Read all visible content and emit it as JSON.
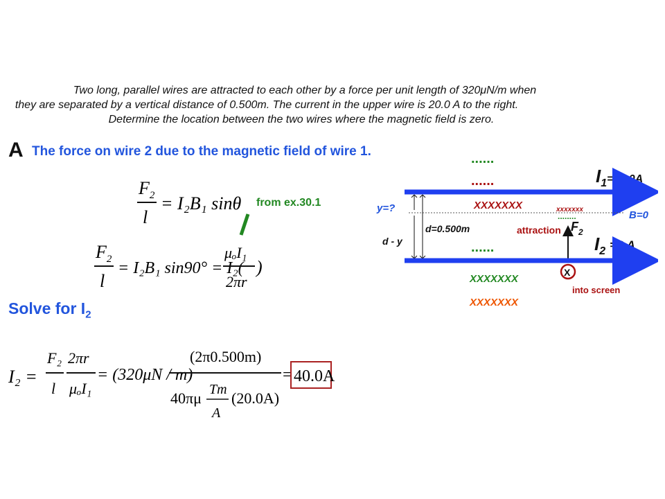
{
  "problem": {
    "line1": "Two long, parallel wires are attracted to each other by a force per unit length of 320μN/m when",
    "line2": "they are separated by a vertical distance of 0.500m. The current in the upper wire is 20.0 A to the right.",
    "line3": "Determine the location between the two wires where the magnetic field is zero."
  },
  "part_a": {
    "letter": "A",
    "text": "The force on wire 2 due to the magnetic field of wire 1."
  },
  "note": "from ex.30.1",
  "solve": {
    "text": "Solve for I",
    "sub": "2"
  },
  "equations": {
    "eq1_num": "F",
    "eq1_num_sub": "2",
    "eq1_den": "l",
    "eq1_rhs": "= I₂B₁ sinθ",
    "eq2_rhs": "= I₂B₁ sin90° = I₂(",
    "eq2_frac_num": "μₒI₁",
    "eq2_frac_den": "2πr",
    "eq2_close": ")",
    "eq3_lhs": "I₂ =",
    "eq3_f1_num": "F₂",
    "eq3_f1_den": "l",
    "eq3_f2_num": "2πr",
    "eq3_f2_den": "μₒI₁",
    "eq3_mid": "= (320μN / m)",
    "eq3_f3_num": "(2π0.500m)",
    "eq3_f3_den_a": "40πμ",
    "eq3_f3_den_tm": "Tm",
    "eq3_f3_den_unit": "A",
    "eq3_f3_den_b": "(20.0A)",
    "eq3_eq": "=",
    "answer": "40.0A"
  },
  "diagram": {
    "dots_green_top": "......",
    "dots_red_top": "......",
    "i1_label": "I",
    "i1_sub": "1",
    "i1_value": "=20.0A",
    "xs_red": "XXXXXXX",
    "xs_small": "xxxxxxx",
    "small_dots": "........",
    "y_label": "y=?",
    "b_label": "B=0",
    "d_label": "d=0.500m",
    "attraction": "attraction",
    "f2_label": "F",
    "f2_sub": "2",
    "dmy_label": "d - y",
    "i2_label": "I",
    "i2_sub": "2",
    "i2_value": "=? A",
    "dots_green_mid": "......",
    "x_symbol": "X",
    "xs_green": "XXXXXXX",
    "into_screen": "into screen",
    "xs_orange": "XXXXXXX"
  },
  "colors": {
    "wire": "#1f3ff0",
    "title_blue": "#2255dd",
    "green": "#228822",
    "red": "#aa1111",
    "orange": "#ee5500",
    "box_red": "#aa2222"
  }
}
